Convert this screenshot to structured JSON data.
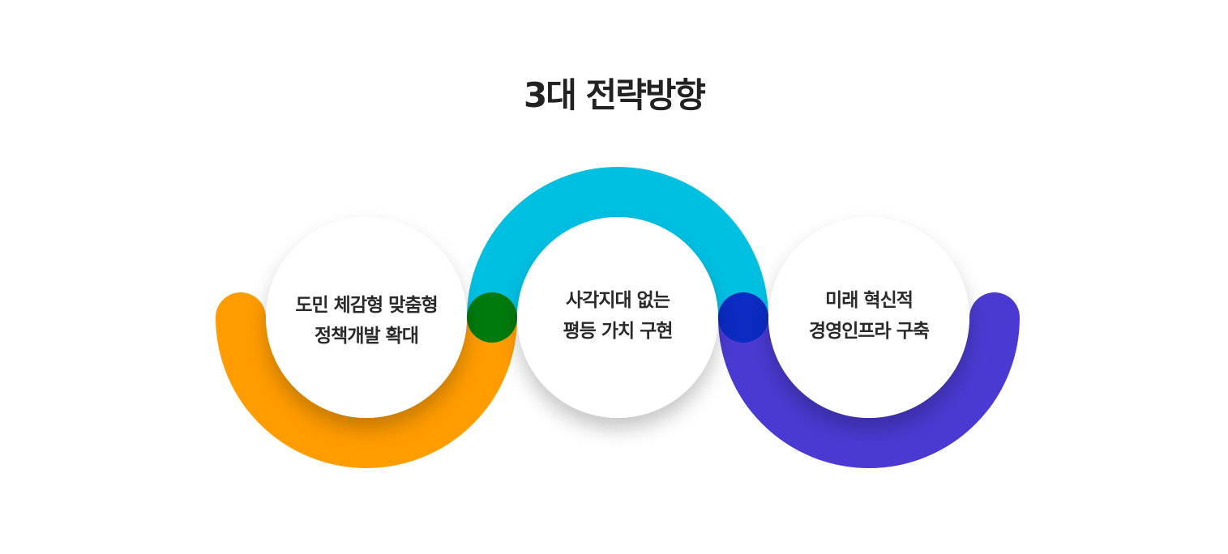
{
  "title": "3대 전략방향",
  "colors": {
    "orange": "#FF9C00",
    "cyan": "#00C0E2",
    "purple": "#4A3AD1",
    "green_joint": "#007A0C",
    "blue_joint": "#0B2BC2"
  },
  "strategies": [
    {
      "line1": "도민 체감형 맞춤형",
      "line2": "정책개발 확대"
    },
    {
      "line1": "사각지대 없는",
      "line2": "평등 가치 구현"
    },
    {
      "line1": "미래 혁신적",
      "line2": "경영인프라 구축"
    }
  ]
}
